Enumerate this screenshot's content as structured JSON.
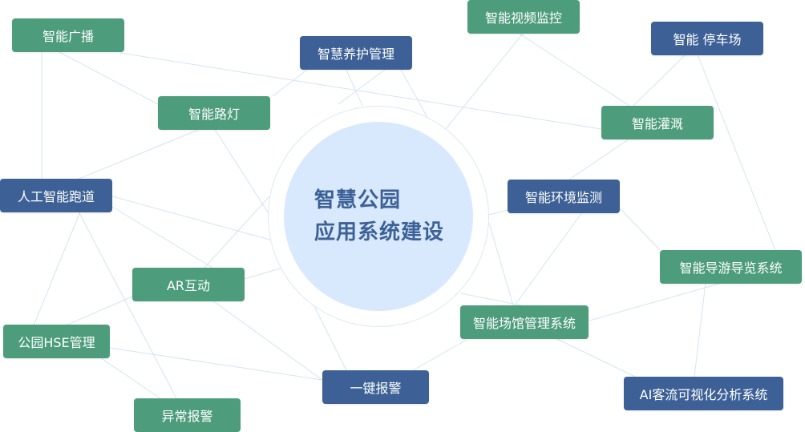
{
  "colors": {
    "green": "#4d9c7c",
    "blue": "#3d6196",
    "hub": "#d8e9fd",
    "link": "#d4e4f3"
  },
  "hub": {
    "line1": "智慧公园",
    "line2": "应用系统建设"
  },
  "nodes": {
    "broadcast": "智能广播",
    "maintenance": "智慧养护管理",
    "video": "智能视频监控",
    "parking": "智能 停车场",
    "streetlight": "智能路灯",
    "irrigation": "智能灌溉",
    "running_track": "人工智能跑道",
    "environment": "智能环境监测",
    "guide": "智能导游导览系统",
    "ar": "AR互动",
    "venue": "智能场馆管理系统",
    "hse": "公园HSE管理",
    "alarm": "一键报警",
    "visitor_flow": "AI客流可视化分析系统",
    "abnormal_alarm": "异常报警"
  }
}
